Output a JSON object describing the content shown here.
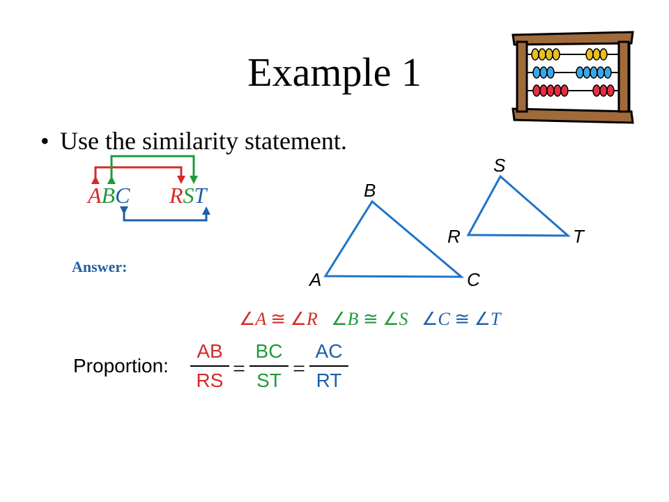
{
  "slide": {
    "title": "Example 1",
    "bullet": "Use the similarity statement.",
    "answer_label": "Answer:",
    "proportion_label": "Proportion:"
  },
  "similarity": {
    "left": [
      "A",
      "B",
      "C"
    ],
    "right": [
      "R",
      "S",
      "T"
    ]
  },
  "vertices": {
    "A": "A",
    "B": "B",
    "C": "C",
    "R": "R",
    "S": "S",
    "T": "T"
  },
  "congruences": [
    {
      "left": "A",
      "right": "R"
    },
    {
      "left": "B",
      "right": "S"
    },
    {
      "left": "C",
      "right": "T"
    }
  ],
  "symbols": {
    "angle": "∠",
    "congruent": "≅",
    "equals": "="
  },
  "proportion": [
    {
      "num": "AB",
      "den": "RS"
    },
    {
      "num": "BC",
      "den": "ST"
    },
    {
      "num": "AC",
      "den": "RT"
    }
  ],
  "colors": {
    "red": "#d42a2a",
    "green": "#1f9a3a",
    "blue": "#1f5fa8",
    "triangle": "#1e73c8"
  }
}
